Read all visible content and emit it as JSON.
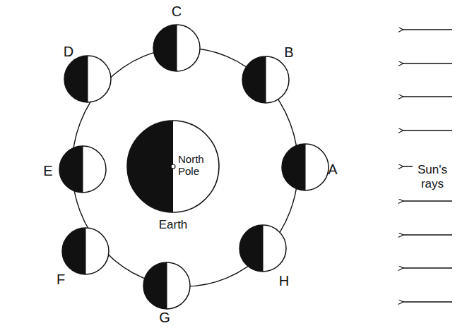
{
  "diagram": {
    "nodes": [
      {
        "text": [
          "North Pole",
          "Earth"
        ]
      }
    ],
    "labels": [
      "C",
      "B",
      "D",
      "E",
      "A",
      "F",
      "G",
      "H",
      "Sun's rays"
    ]
  }
}
